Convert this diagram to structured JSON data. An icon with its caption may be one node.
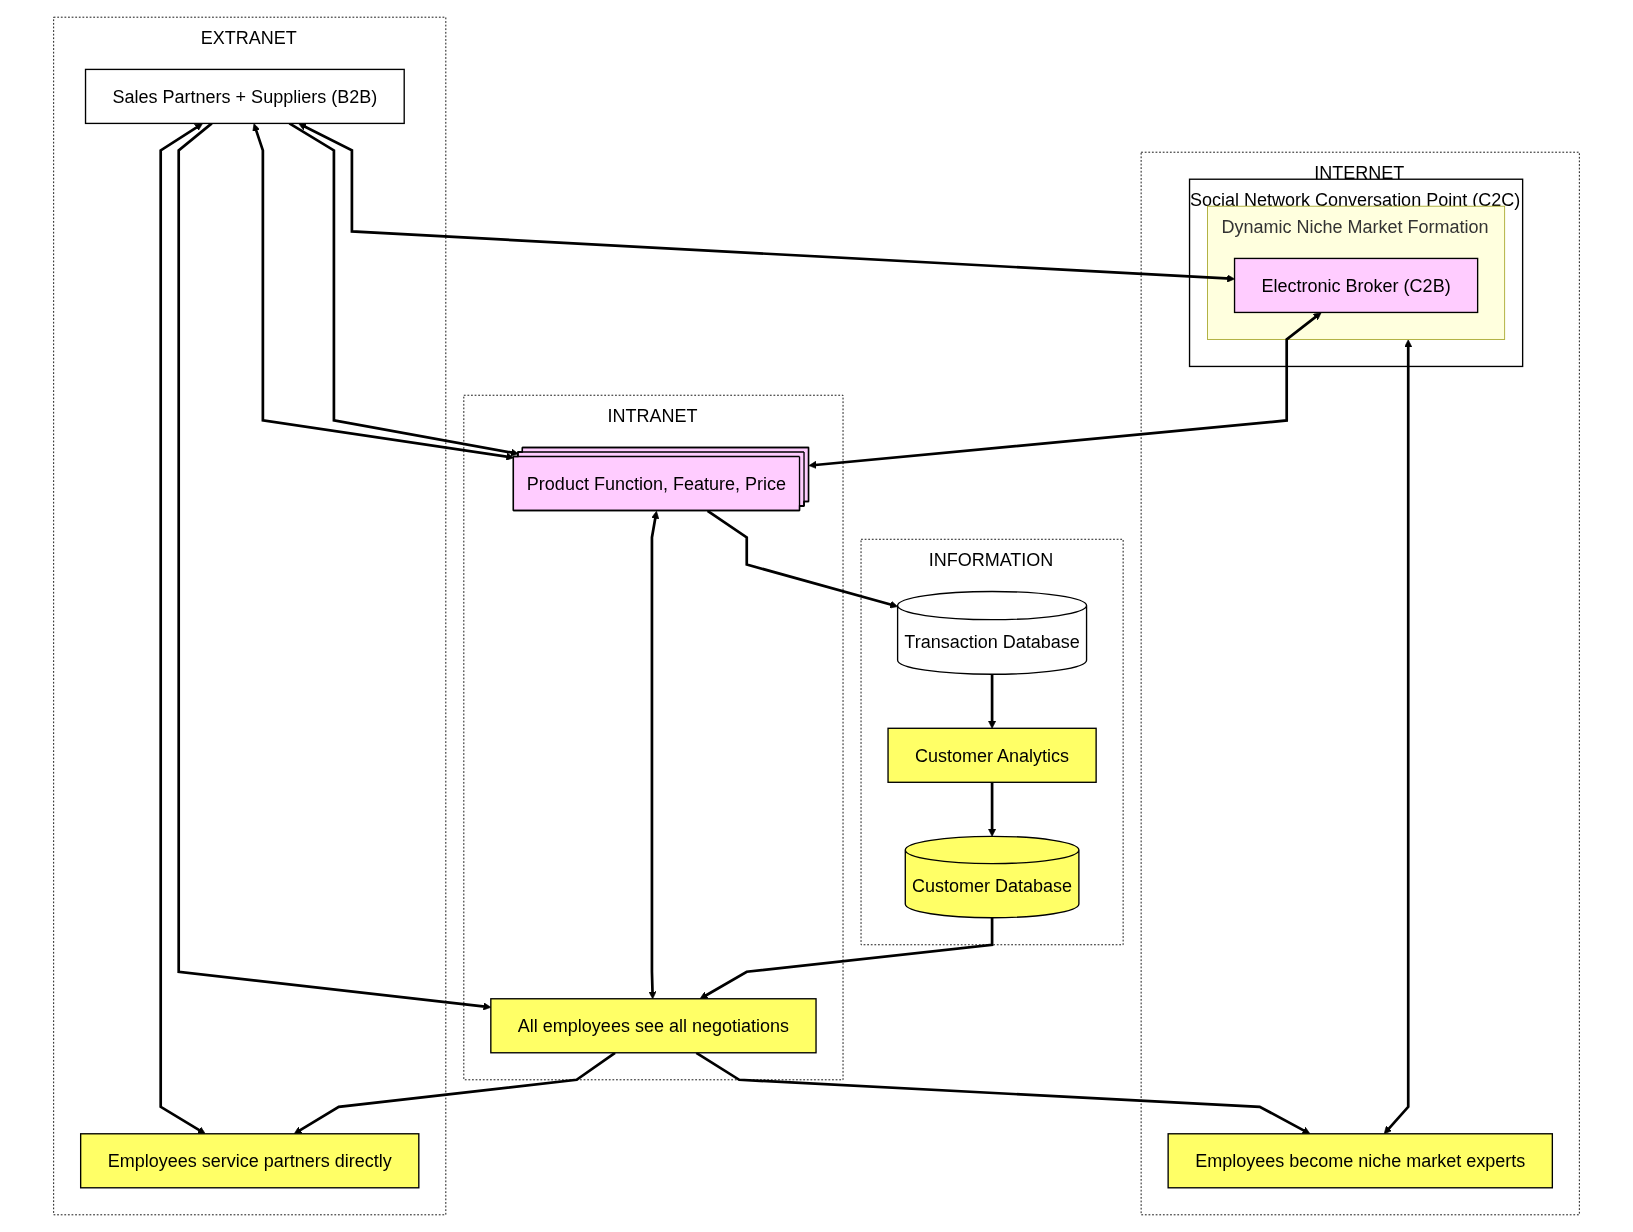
{
  "diagram": {
    "nodes": [
      {
        "text": [
          "INTERNET"
        ]
      },
      {
        "text": [
          "Social Network Conversation Point (C2C)"
        ],
        "in": 0
      },
      {
        "text": [
          "Dynamic Niche Market Formation"
        ],
        "in": 1
      },
      {
        "text": [
          "Electronic Broker (C2B)"
        ],
        "in": 2
      },
      {
        "text": [
          "Employees become niche market experts"
        ],
        "in": 0
      },
      {
        "text": [
          "EXTRANET"
        ]
      },
      {
        "text": [
          "Sales Partners + Suppliers (B2B)"
        ],
        "in": 5
      },
      {
        "text": [
          "Employees service partners directly"
        ],
        "in": 5
      },
      {
        "text": [
          "INTRANET"
        ]
      },
      {
        "text": [
          "Product Function, Feature, Price"
        ],
        "in": 8
      },
      {
        "text": [
          "All employees see all negotiations"
        ],
        "in": 8
      },
      {
        "text": [
          "INFORMATION"
        ]
      },
      {
        "text": [
          "Transaction Database"
        ],
        "in": 11
      },
      {
        "text": [
          "Customer Analytics"
        ],
        "in": 11
      },
      {
        "text": [
          "Customer Database"
        ],
        "in": 11
      }
    ],
    "edges": [
      {
        "from": 3,
        "to": 9,
        "arrow": "both"
      },
      {
        "from": 6,
        "to": 3,
        "arrow": "both"
      },
      {
        "from": 6,
        "to": 9,
        "arrow": "both"
      },
      {
        "from": 2,
        "to": 4,
        "arrow": "both"
      },
      {
        "from": 6,
        "to": 7,
        "arrow": "both"
      },
      {
        "from": 6,
        "to": 9,
        "arrow": "to"
      },
      {
        "from": 6,
        "to": 10,
        "arrow": "to"
      },
      {
        "from": 9,
        "to": 10,
        "arrow": "both"
      },
      {
        "from": 9,
        "to": 12,
        "arrow": "to"
      },
      {
        "from": 12,
        "to": 13,
        "arrow": "to"
      },
      {
        "from": 13,
        "to": 14,
        "arrow": "to"
      },
      {
        "from": 14,
        "to": 10,
        "arrow": "to"
      },
      {
        "from": 10,
        "to": 4,
        "arrow": "to"
      },
      {
        "from": 10,
        "to": 7,
        "arrow": "to"
      }
    ]
  }
}
